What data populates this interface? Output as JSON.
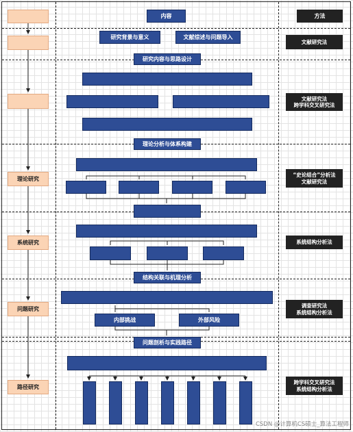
{
  "headers": {
    "content": "内容",
    "method": "方法"
  },
  "stages": [
    "理论研究",
    "系统研究",
    "问题研究",
    "路径研究"
  ],
  "boxes": {
    "background": "研究背景与意义",
    "literature": "文献综述与问题导入",
    "research_design": "研究内容与思路设计",
    "theory": "理论分析与体系构建",
    "mechanism": "结构关联与机理分析",
    "internal": "内部挑战",
    "external": "外部风险",
    "path": "问题剖析与实践路径"
  },
  "methods": [
    [
      "文献研究法"
    ],
    [
      "文献研究法",
      "跨学科交叉研究法"
    ],
    [
      "“史论结合”分析法",
      "文献研究法"
    ],
    [
      "系统结构分析法"
    ],
    [
      "调查研究法",
      "系统结构分析法"
    ],
    [
      "跨学科交叉研究法",
      "系统结构分析法"
    ]
  ],
  "watermark": "CSDN @计算机CS硕士_算法工程师",
  "colors": {
    "box": "#2e4d95",
    "stage": "#fbd4b5",
    "method": "#222222"
  }
}
